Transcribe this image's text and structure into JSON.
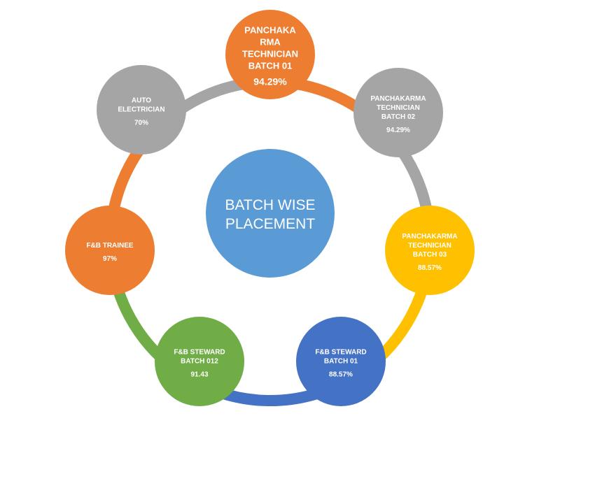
{
  "center": {
    "lines": [
      "BATCH WISE",
      "PLACEMENT"
    ],
    "color": "#5B9BD5"
  },
  "nodes": [
    {
      "id": "panchakarma-batch-01",
      "lines": [
        "PANCHAKA",
        "RMA",
        "TECHNICIAN",
        "BATCH 01"
      ],
      "value": "94.29%",
      "color": "#ED7D31"
    },
    {
      "id": "panchakarma-batch-02",
      "lines": [
        "PANCHAKARMA",
        "TECHNICIAN",
        "BATCH 02"
      ],
      "value": "94.29%",
      "color": "#A5A5A5"
    },
    {
      "id": "panchakarma-batch-03",
      "lines": [
        "PANCHAKARMA",
        "TECHNICIAN",
        "BATCH 03"
      ],
      "value": "88.57%",
      "color": "#FFC000"
    },
    {
      "id": "fb-steward-batch-01",
      "lines": [
        "F&B STEWARD",
        "BATCH 01"
      ],
      "value": "88.57%",
      "color": "#4472C4"
    },
    {
      "id": "fb-steward-batch-012",
      "lines": [
        "F&B STEWARD",
        "BATCH 012"
      ],
      "value": "91.43",
      "color": "#70AD47"
    },
    {
      "id": "fb-trainee",
      "lines": [
        "F&B TRAINEE"
      ],
      "value": "97%",
      "color": "#ED7D31"
    },
    {
      "id": "auto-electrician",
      "lines": [
        "AUTO",
        "ELECTRICIAN"
      ],
      "value": "70%",
      "color": "#A5A5A5"
    }
  ]
}
